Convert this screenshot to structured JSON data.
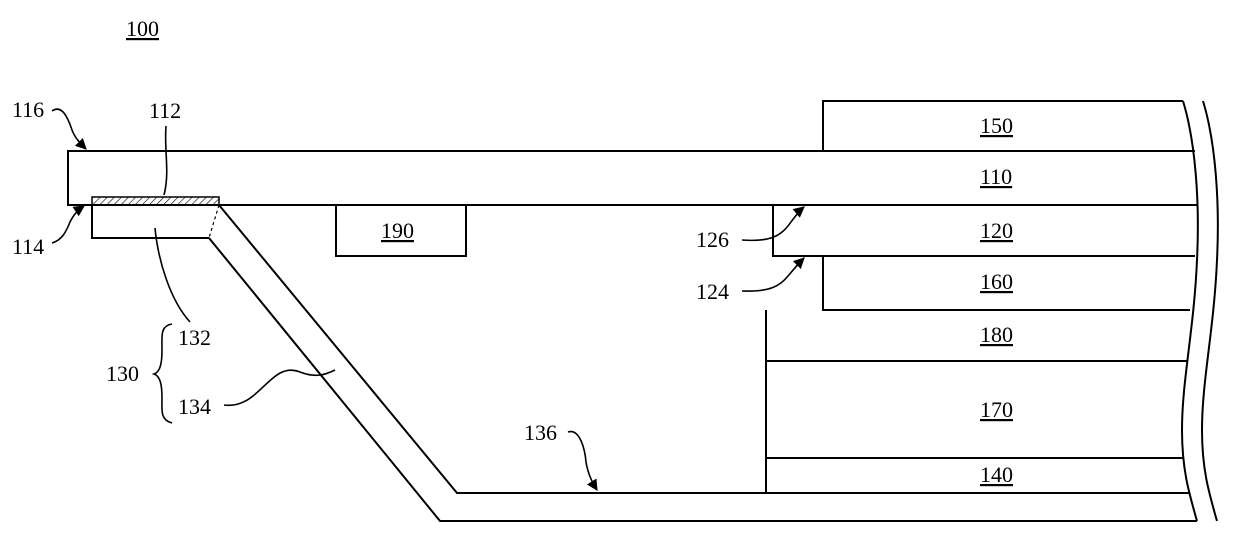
{
  "figure": {
    "title": "100",
    "layers": {
      "l150": "150",
      "l110": "110",
      "l120": "120",
      "l160": "160",
      "l180": "180",
      "l170": "170",
      "l140": "140",
      "l190": "190"
    },
    "callouts": {
      "c116": "116",
      "c112": "112",
      "c114": "114",
      "c132": "132",
      "c130": "130",
      "c134": "134",
      "c136": "136",
      "c126": "126",
      "c124": "124"
    }
  }
}
